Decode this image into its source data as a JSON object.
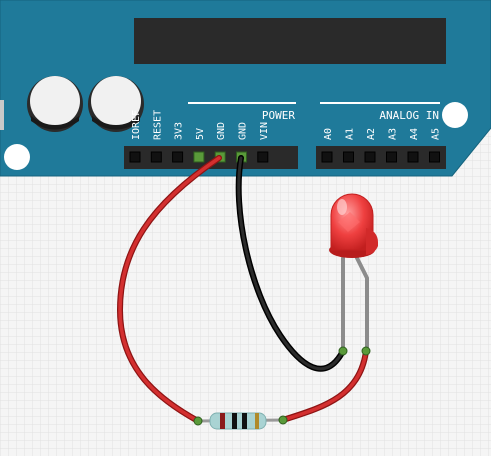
{
  "board": {
    "power_label": "POWER",
    "analog_label": "ANALOG IN",
    "power_pins": [
      "IOREF",
      "RESET",
      "3V3",
      "5V",
      "GND",
      "GND",
      "VIN"
    ],
    "analog_pins": [
      "A0",
      "A1",
      "A2",
      "A3",
      "A4",
      "A5"
    ],
    "color": "#1f7a9a"
  },
  "components": {
    "led_color": "#e53935",
    "resistor_body_color": "#a9d3d3",
    "resistor_bands": [
      "#8b1a1a",
      "#111111",
      "#111111",
      "#b08a2a"
    ]
  },
  "wires": {
    "power_wire_color": "#c62828",
    "ground_wire_color": "#111111",
    "lead_color": "#8c8c8c"
  },
  "colors": {
    "breadboard_bg": "#f5f5f5",
    "grid_line": "#e1e1e1",
    "header": "#2a2a2a",
    "pad_green": "#3c7d2c"
  }
}
